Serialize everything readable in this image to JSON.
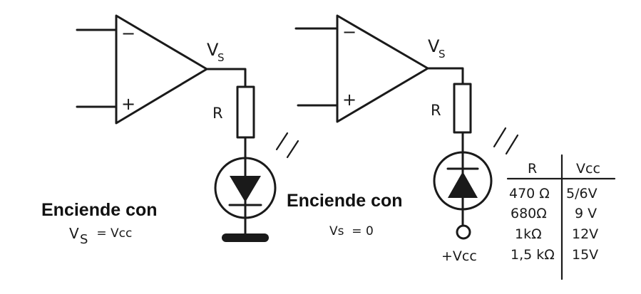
{
  "circuit_left": {
    "output_label": "V",
    "output_subscript": "S",
    "resistor_label": "R",
    "minus_sign": "−",
    "plus_sign": "+",
    "caption": "Enciende con",
    "condition_main": "V",
    "condition_sub": "S",
    "condition_rest": " = Vcc"
  },
  "circuit_right": {
    "output_label": "V",
    "output_subscript": "S",
    "resistor_label": "R",
    "minus_sign": "−",
    "plus_sign": "+",
    "caption": "Enciende con",
    "condition": "Vs  = 0",
    "supply_label": "+Vcc"
  },
  "table": {
    "headers": [
      "R",
      "Vcc"
    ],
    "rows": [
      [
        "470 Ω",
        "5/6V"
      ],
      [
        "680Ω",
        "9 V"
      ],
      [
        "1kΩ",
        "12V"
      ],
      [
        "1,5 kΩ",
        "15V"
      ]
    ]
  },
  "colors": {
    "ink": "#1a1a1a",
    "background": "#ffffff"
  }
}
